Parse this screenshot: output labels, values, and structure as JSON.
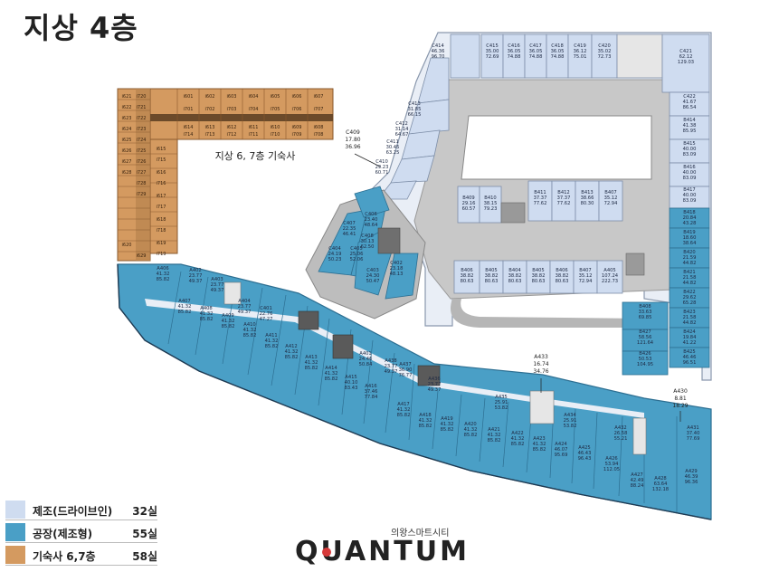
{
  "title": "지상 4층",
  "dorm_caption": "지상 6, 7층 기숙사",
  "colors": {
    "drivein": "#cfdcf0",
    "factory": "#4a9fc6",
    "dorm": "#d49a60",
    "road": "#bdbdbd"
  },
  "legend": [
    {
      "name": "제조(드라이브인)",
      "count": "32실",
      "color": "#cfdcf0"
    },
    {
      "name": "공장(제조형)",
      "count": "55실",
      "color": "#4a9fc6"
    },
    {
      "name": "기숙사 6,7층",
      "count": "58실",
      "color": "#d49a60"
    }
  ],
  "brand": {
    "sub": "의왕스마트시티",
    "name": "QUANTUM"
  },
  "callouts": {
    "c409": [
      "C409",
      "17.80",
      "36.96"
    ],
    "a433": [
      "A433",
      "16.74",
      "34.76"
    ],
    "a430": [
      "A430",
      "8.81",
      "18.29"
    ]
  },
  "rooms": [
    {
      "id": "C414",
      "a": "46.36",
      "b": "96.70"
    },
    {
      "id": "C415",
      "a": "35.00",
      "b": "72.69"
    },
    {
      "id": "C416",
      "a": "36.05",
      "b": "74.88"
    },
    {
      "id": "C417",
      "a": "36.05",
      "b": "74.88"
    },
    {
      "id": "C418",
      "a": "36.05",
      "b": "74.88"
    },
    {
      "id": "C419",
      "a": "36.12",
      "b": "75.01"
    },
    {
      "id": "C420",
      "a": "35.02",
      "b": "72.73"
    },
    {
      "id": "C421",
      "a": "62.12",
      "b": "129.03"
    },
    {
      "id": "C422",
      "a": "41.67",
      "b": "86.54"
    },
    {
      "id": "B414",
      "a": "41.38",
      "b": "85.95"
    },
    {
      "id": "B415",
      "a": "40.00",
      "b": "83.09"
    },
    {
      "id": "B416",
      "a": "40.00",
      "b": "83.09"
    },
    {
      "id": "B417",
      "a": "40.00",
      "b": "83.09"
    },
    {
      "id": "B418",
      "a": "20.84",
      "b": "43.28"
    },
    {
      "id": "B419",
      "a": "18.60",
      "b": "38.64"
    },
    {
      "id": "B420",
      "a": "21.59",
      "b": "44.82"
    },
    {
      "id": "B421",
      "a": "21.58",
      "b": "44.82"
    },
    {
      "id": "B422",
      "a": "29.62",
      "b": "65.28"
    },
    {
      "id": "B423",
      "a": "21.58",
      "b": "44.82"
    },
    {
      "id": "B424",
      "a": "19.84",
      "b": "41.22"
    },
    {
      "id": "B425",
      "a": "46.46",
      "b": "96.51"
    },
    {
      "id": "B426",
      "a": "50.53",
      "b": "104.95"
    },
    {
      "id": "B427",
      "a": "58.56",
      "b": "121.64"
    },
    {
      "id": "B408",
      "a": "33.63",
      "b": "69.85"
    },
    {
      "id": "B409",
      "a": "29.16",
      "b": "60.57"
    },
    {
      "id": "B410",
      "a": "38.15",
      "b": "79.23"
    },
    {
      "id": "B411",
      "a": "37.37",
      "b": "77.62"
    },
    {
      "id": "B412",
      "a": "37.37",
      "b": "77.62"
    },
    {
      "id": "B413",
      "a": "38.66",
      "b": "80.30"
    },
    {
      "id": "B407",
      "a": "35.12",
      "b": "72.94"
    },
    {
      "id": "B406",
      "a": "38.82",
      "b": "80.63"
    },
    {
      "id": "B405",
      "a": "38.82",
      "b": "80.63"
    },
    {
      "id": "B404",
      "a": "38.82",
      "b": "80.63"
    },
    {
      "id": "B405",
      "a": "38.82",
      "b": "80.63"
    },
    {
      "id": "B406",
      "a": "38.82",
      "b": "80.63"
    },
    {
      "id": "B407",
      "a": "35.12",
      "b": "72.94"
    },
    {
      "id": "A405",
      "a": "107.24",
      "b": "222.73"
    },
    {
      "id": "A406",
      "a": "41.32",
      "b": "85.82"
    },
    {
      "id": "A407",
      "a": "41.32",
      "b": "85.82"
    },
    {
      "id": "A408",
      "a": "41.32",
      "b": "85.82"
    },
    {
      "id": "A409",
      "a": "41.32",
      "b": "85.82"
    },
    {
      "id": "A410",
      "a": "41.32",
      "b": "85.82"
    },
    {
      "id": "A411",
      "a": "41.32",
      "b": "85.82"
    },
    {
      "id": "A412",
      "a": "41.32",
      "b": "85.82"
    },
    {
      "id": "A413",
      "a": "41.32",
      "b": "85.82"
    },
    {
      "id": "A414",
      "a": "41.32",
      "b": "85.82"
    },
    {
      "id": "A415",
      "a": "40.10",
      "b": "83.43"
    },
    {
      "id": "A416",
      "a": "37.46",
      "b": "77.84"
    },
    {
      "id": "A417",
      "a": "41.32",
      "b": "85.82"
    },
    {
      "id": "A418",
      "a": "41.32",
      "b": "85.82"
    },
    {
      "id": "A419",
      "a": "41.32",
      "b": "85.82"
    },
    {
      "id": "A420",
      "a": "41.32",
      "b": "85.82"
    },
    {
      "id": "A421",
      "a": "41.32",
      "b": "85.82"
    },
    {
      "id": "A422",
      "a": "41.32",
      "b": "85.82"
    },
    {
      "id": "A423",
      "a": "41.32",
      "b": "85.82"
    },
    {
      "id": "A424",
      "a": "46.07",
      "b": "95.69"
    },
    {
      "id": "A425",
      "a": "46.43",
      "b": "96.43"
    },
    {
      "id": "A426",
      "a": "53.94",
      "b": "112.05"
    },
    {
      "id": "A427",
      "a": "42.49",
      "b": "88.24"
    },
    {
      "id": "A428",
      "a": "63.64",
      "b": "132.18"
    },
    {
      "id": "A429",
      "a": "46.39",
      "b": "96.36"
    },
    {
      "id": "A431",
      "a": "37.40",
      "b": "77.69"
    },
    {
      "id": "A432",
      "a": "26.58",
      "b": "55.21"
    },
    {
      "id": "A434",
      "a": "25.91",
      "b": "53.82"
    },
    {
      "id": "A435",
      "a": "25.91",
      "b": "53.82"
    },
    {
      "id": "A436",
      "a": "23.77",
      "b": "49.37"
    },
    {
      "id": "A437",
      "a": "36.90",
      "b": "76.77"
    },
    {
      "id": "A438",
      "a": "23.77",
      "b": "49.37"
    },
    {
      "id": "A401",
      "a": "24.46",
      "b": "50.84"
    },
    {
      "id": "A402",
      "a": "23.77",
      "b": "49.37"
    },
    {
      "id": "A403",
      "a": "23.77",
      "b": "49.37"
    },
    {
      "id": "A404",
      "a": "23.77",
      "b": "49.37"
    },
    {
      "id": "C401",
      "a": "22.76",
      "b": "47.27"
    },
    {
      "id": "C402",
      "a": "23.18",
      "b": "48.13"
    },
    {
      "id": "C403",
      "a": "24.30",
      "b": "50.47"
    },
    {
      "id": "C404",
      "a": "24.19",
      "b": "50.23"
    },
    {
      "id": "C405",
      "a": "25.06",
      "b": "52.06"
    },
    {
      "id": "C406",
      "a": "23.40",
      "b": "48.64"
    },
    {
      "id": "C407",
      "a": "22.35",
      "b": "46.41"
    },
    {
      "id": "C408",
      "a": "30.13",
      "b": "62.50"
    },
    {
      "id": "C410",
      "a": "29.23",
      "b": "60.71"
    },
    {
      "id": "C411",
      "a": "30.45",
      "b": "63.25"
    },
    {
      "id": "C412",
      "a": "31.14",
      "b": "64.67"
    },
    {
      "id": "C413",
      "a": "31.85",
      "b": "66.15"
    }
  ],
  "dorm_rooms": [
    "i601",
    "i602",
    "i603",
    "i604",
    "i605",
    "i606",
    "i607",
    "i701",
    "i702",
    "i703",
    "i704",
    "i705",
    "i706",
    "i707",
    "i614",
    "i613",
    "i612",
    "i611",
    "i610",
    "i609",
    "i608",
    "i714",
    "i713",
    "i712",
    "i711",
    "i710",
    "i709",
    "i708",
    "i615",
    "i616",
    "i617",
    "i618",
    "i619",
    "i715",
    "i716",
    "i717",
    "i718",
    "i719",
    "i621",
    "i622",
    "i623",
    "i624",
    "i625",
    "i626",
    "i627",
    "i628",
    "i720",
    "i721",
    "i722",
    "i723",
    "i724",
    "i725",
    "i726",
    "i727",
    "i728",
    "i729",
    "i620",
    "i629"
  ]
}
